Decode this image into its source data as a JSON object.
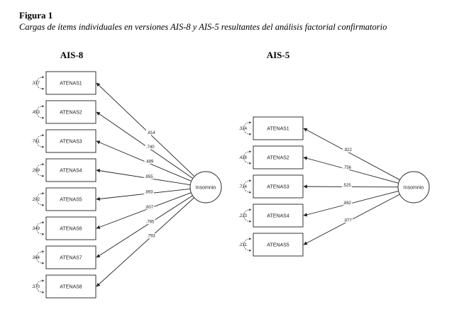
{
  "figure": {
    "label": "Figura 1",
    "caption": "Cargas de ítems individuales en versiones AIS-8 y AIS-5 resultantes del análisis factorial confirmatorio"
  },
  "models": [
    {
      "title": "AIS-8",
      "factor": "Insomnio",
      "items": [
        {
          "name": "ATENAS1",
          "error": ".337",
          "loading": ".814"
        },
        {
          "name": "ATENAS2",
          "error": ".453",
          "loading": ".740"
        },
        {
          "name": "ATENAS3",
          "error": ".761",
          "loading": ".489"
        },
        {
          "name": "ATENAS4",
          "error": ".269",
          "loading": ".855"
        },
        {
          "name": "ATENAS5",
          "error": ".202",
          "loading": ".893"
        },
        {
          "name": "ATENAS6",
          "error": ".349",
          "loading": ".807"
        },
        {
          "name": "ATENAS7",
          "error": ".384",
          "loading": ".785"
        },
        {
          "name": "ATENAS8",
          "error": ".370",
          "loading": ".793"
        }
      ]
    },
    {
      "title": "AIS-5",
      "factor": "Insomnio",
      "items": [
        {
          "name": "ATENAS1",
          "error": ".324",
          "loading": ".822"
        },
        {
          "name": "ATENAS2",
          "error": ".428",
          "loading": ".756"
        },
        {
          "name": "ATENAS3",
          "error": ".724",
          "loading": ".525"
        },
        {
          "name": "ATENAS4",
          "error": ".223",
          "loading": ".882"
        },
        {
          "name": "ATENAS5",
          "error": ".231",
          "loading": ".877"
        }
      ]
    }
  ]
}
